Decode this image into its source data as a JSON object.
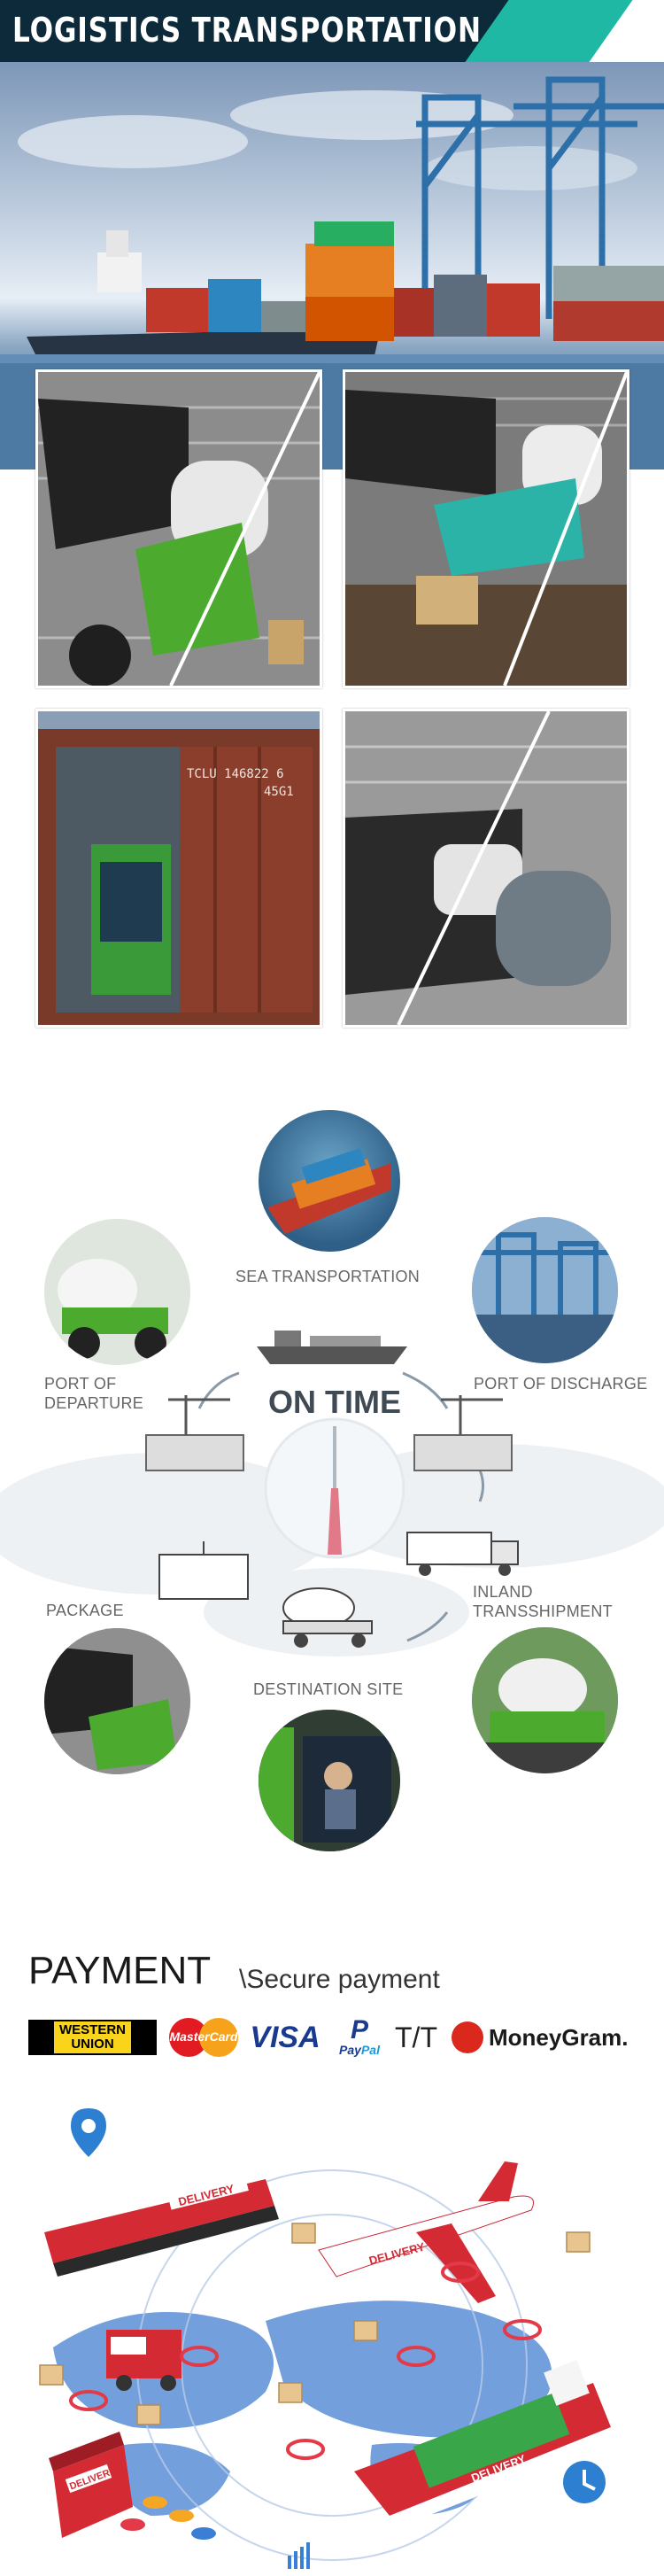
{
  "header": {
    "title": "LOGISTICS TRANSPORTATION"
  },
  "container_photo": {
    "door_code_line1": "TCLU 146822 6",
    "door_code_line2": "45G1"
  },
  "process": {
    "center_label": "ON TIME",
    "stages": {
      "sea": "SEA TRANSPORTATION",
      "departure_line1": "PORT OF",
      "departure_line2": "DEPARTURE",
      "discharge": "PORT OF DISCHARGE",
      "package": "PACKAGE",
      "inland_line1": "INLAND",
      "inland_line2": "TRANSSHIPMENT",
      "destination": "DESTINATION SITE"
    }
  },
  "payment": {
    "title": "PAYMENT",
    "subtitle": "\\Secure payment",
    "methods": {
      "western_union_line1": "WESTERN",
      "western_union_line2": "UNION",
      "mastercard": "MasterCard",
      "visa": "VISA",
      "paypal_pay": "Pay",
      "paypal_pal": "Pal",
      "tt": "T/T",
      "moneygram": "MoneyGram."
    }
  },
  "delivery": {
    "label": "DELIVERY"
  }
}
